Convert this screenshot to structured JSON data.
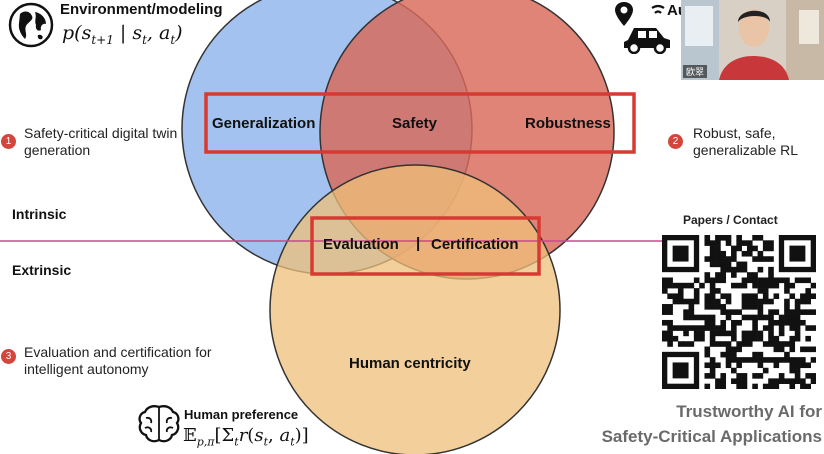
{
  "env": {
    "title": "Environment/modeling",
    "formula": "p(s_{t+1} | s_t, a_t)"
  },
  "auto_label": "Au",
  "webcam": {
    "name_tag": "欧翠"
  },
  "venn": {
    "generalization": "Generalization",
    "safety": "Safety",
    "robustness": "Robustness",
    "evaluation": "Evaluation",
    "separator": "|",
    "certification": "Certification",
    "human_centricity": "Human centricity"
  },
  "items": [
    {
      "num": "1",
      "text": "Safety-critical digital twin generation"
    },
    {
      "num": "2",
      "text": "Robust, safe, generalizable RL"
    },
    {
      "num": "3",
      "text": "Evaluation and certification for intelligent autonomy"
    }
  ],
  "intrinsic": "Intrinsic",
  "extrinsic": "Extrinsic",
  "papers_contact": "Papers / Contact",
  "human_pref": {
    "title": "Human preference",
    "formula": "E_{p,π}[Σ_t r(s_t, a_t)]"
  },
  "footer": {
    "line1": "Trustworthy AI for",
    "line2": "Safety-Critical Applications"
  },
  "colors": {
    "blue": "#8fb4ec",
    "red": "#d9695a",
    "orange": "#efc07a",
    "box": "#d63a32",
    "line": "#c84a8a"
  }
}
